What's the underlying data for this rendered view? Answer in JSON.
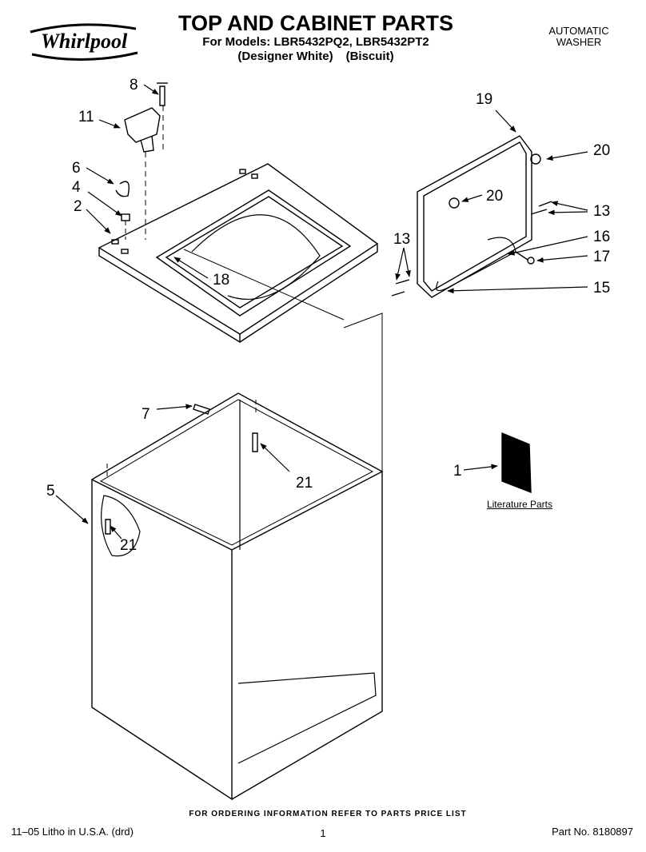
{
  "header": {
    "brand": "Whirlpool",
    "title": "TOP AND CABINET PARTS",
    "models_line": "For Models: LBR5432PQ2, LBR5432PT2",
    "color_1": "(Designer White)",
    "color_2": "(Biscuit)",
    "appliance_line1": "AUTOMATIC",
    "appliance_line2": "WASHER"
  },
  "callouts": {
    "c1": "1",
    "c2": "2",
    "c4": "4",
    "c5": "5",
    "c6": "6",
    "c7": "7",
    "c8": "8",
    "c11": "11",
    "c13a": "13",
    "c13b": "13",
    "c15": "15",
    "c16": "16",
    "c17": "17",
    "c18": "18",
    "c19": "19",
    "c20a": "20",
    "c20b": "20",
    "c21a": "21",
    "c21b": "21"
  },
  "literature_label": "Literature Parts",
  "footer": {
    "ordering": "FOR ORDERING INFORMATION REFER TO PARTS PRICE LIST",
    "litho": "11–05 Litho in U.S.A. (drd)",
    "page": "1",
    "part_no": "Part No. 8180897"
  }
}
